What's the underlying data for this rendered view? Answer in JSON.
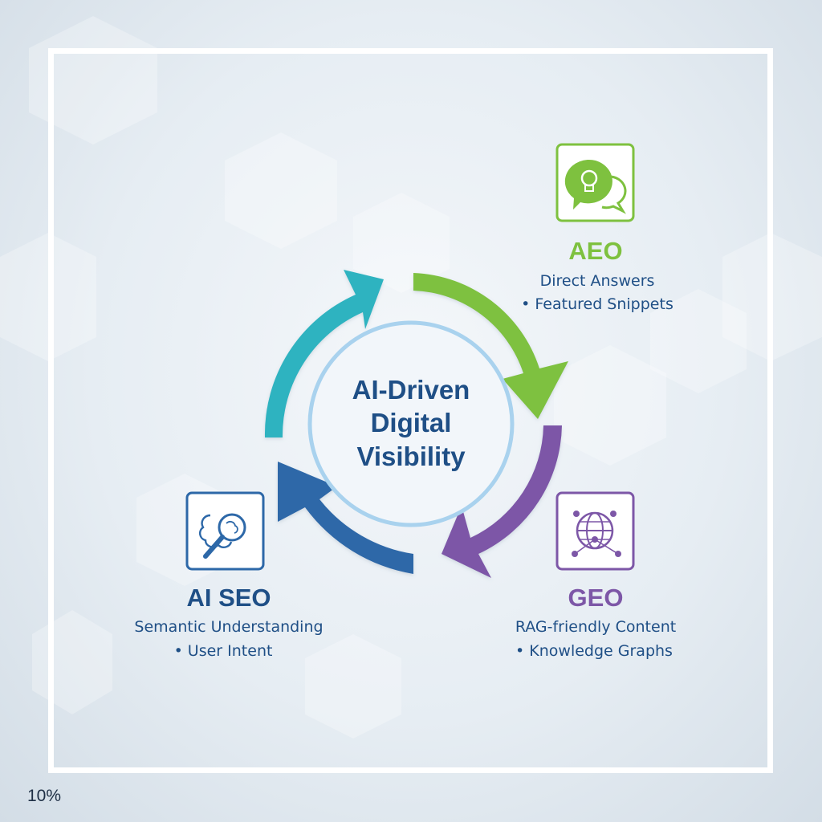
{
  "diagram": {
    "center": {
      "lines": [
        "AI-Driven",
        "Digital",
        "Visibility"
      ]
    },
    "nodes": {
      "aeo": {
        "title": "AEO",
        "lines": [
          "Direct Answers",
          "• Featured Snippets"
        ],
        "icon": "lightbulb-chat-icon"
      },
      "geo": {
        "title": "GEO",
        "lines": [
          "RAG-friendly Content",
          "• Knowledge Graphs"
        ],
        "icon": "globe-network-icon"
      },
      "ai_seo": {
        "title": "AI SEO",
        "lines": [
          "Semantic Understanding",
          "• User Intent"
        ],
        "icon": "brain-magnifier-icon"
      }
    }
  },
  "status": {
    "zoom": "10%"
  },
  "colors": {
    "teal": "#2fb3c0",
    "green": "#7ec13f",
    "purple": "#7d57a7",
    "blue": "#2d68a8",
    "navy": "#1f4f86",
    "center_ring": "#a9d2ee"
  }
}
